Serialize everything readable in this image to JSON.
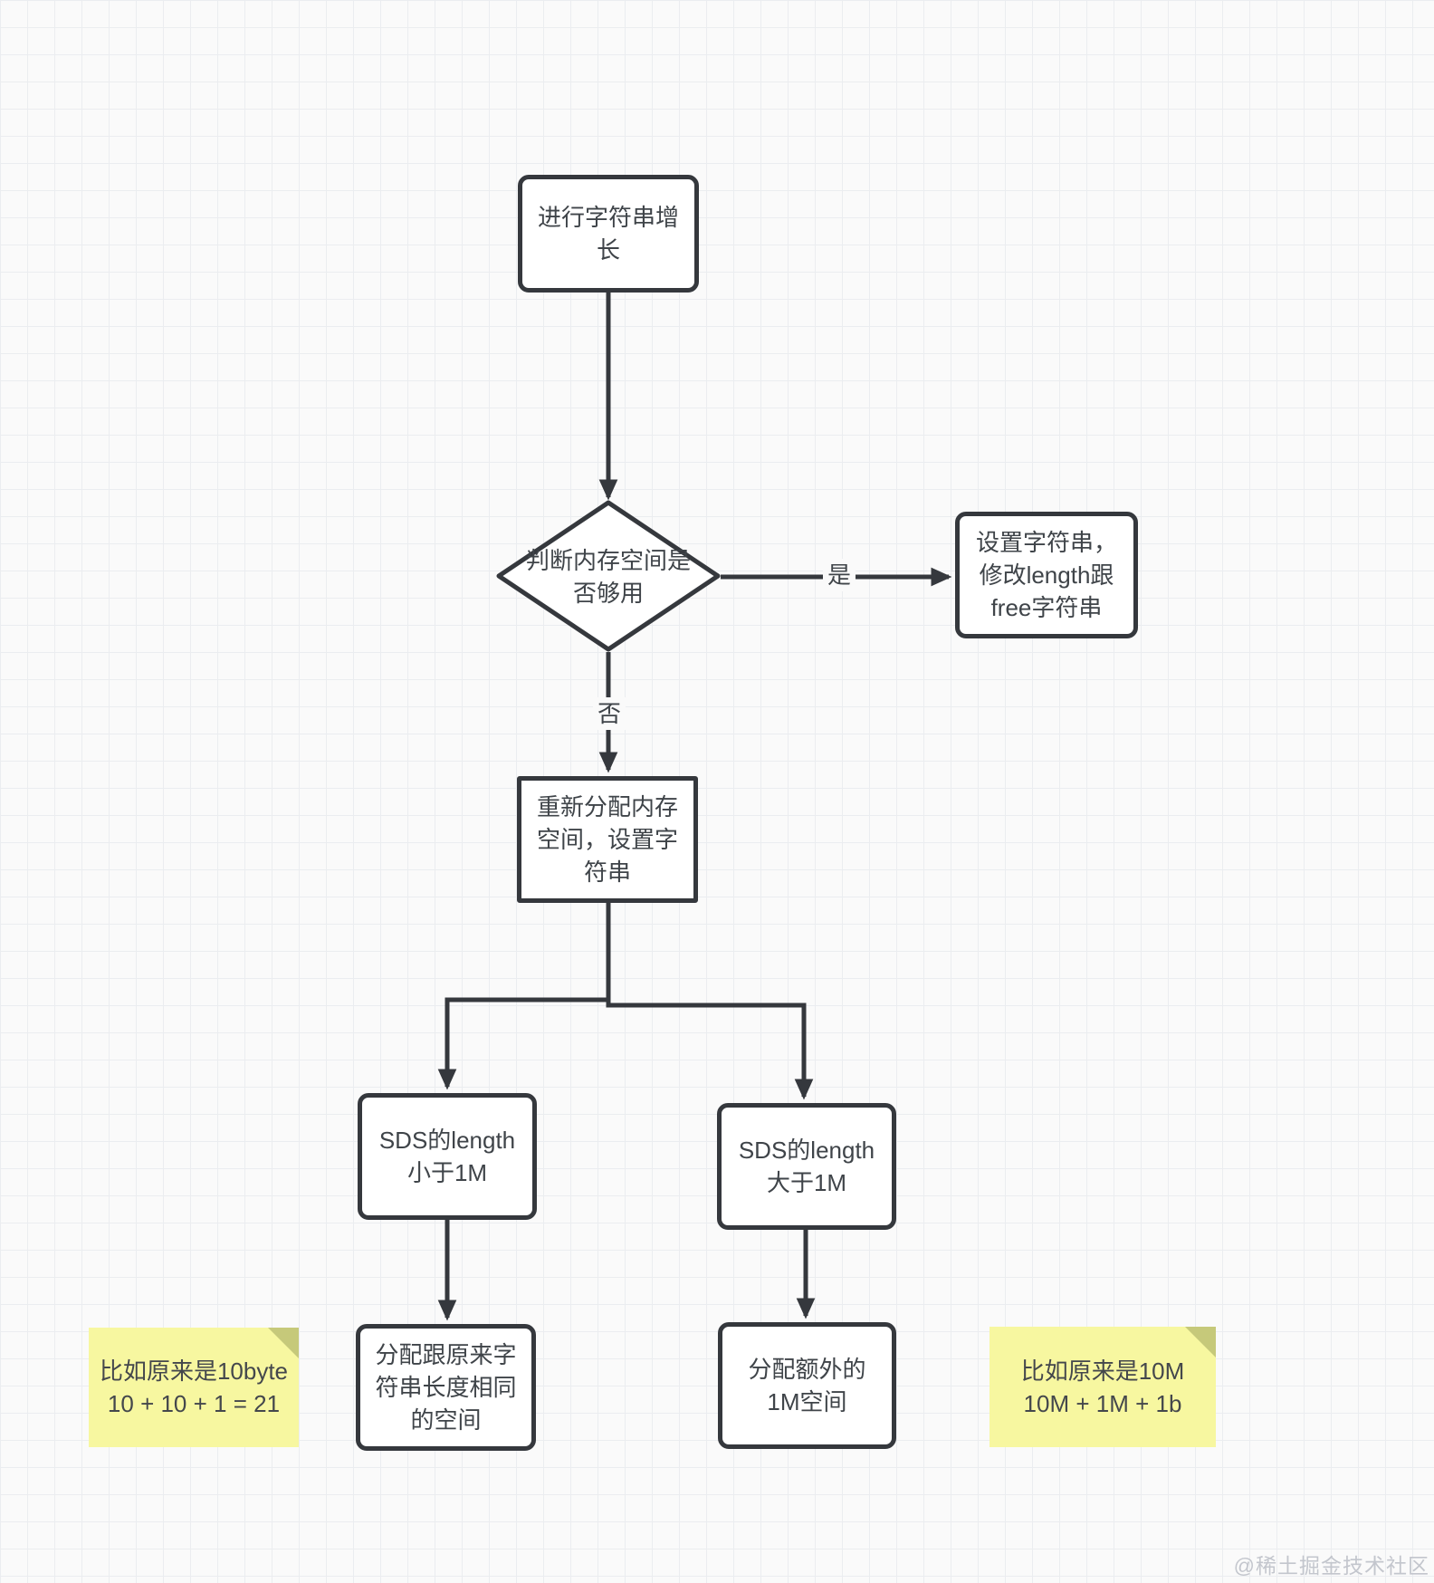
{
  "canvas": {
    "background": "#fafafa",
    "grid_color": "#ebedf0",
    "stroke_color": "#35383d",
    "text_color": "#3f4449",
    "note_fill": "#f7f7a0",
    "note_fold": "#c6c97a",
    "watermark_color": "#c3c6cd"
  },
  "nodes": {
    "start": {
      "label": "进行字符串增\n长"
    },
    "decision": {
      "label": "判断内存空间是\n否够用"
    },
    "set_string": {
      "label": "设置字符串，\n修改length跟\nfree字符串"
    },
    "realloc": {
      "label": "重新分配内存\n空间，设置字\n符串"
    },
    "len_lt_1m": {
      "label": "SDS的length\n小于1M"
    },
    "len_gt_1m": {
      "label": "SDS的length\n大于1M"
    },
    "alloc_same": {
      "label": "分配跟原来字\n符串长度相同\n的空间"
    },
    "alloc_extra": {
      "label": "分配额外的\n1M空间"
    }
  },
  "edge_labels": {
    "yes": "是",
    "no": "否"
  },
  "notes": {
    "left": {
      "text": "比如原来是10byte\n10 + 10 + 1 = 21"
    },
    "right": {
      "text": "比如原来是10M\n10M + 1M + 1b"
    }
  },
  "watermark": "@稀土掘金技术社区"
}
